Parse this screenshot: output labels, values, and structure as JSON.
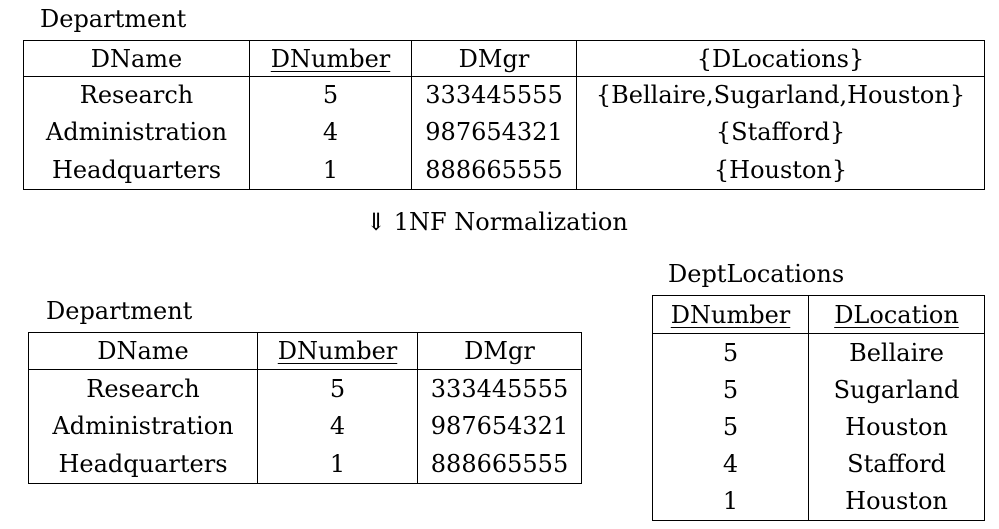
{
  "top": {
    "caption": "Department",
    "headers": [
      "DName",
      "DNumber",
      "DMgr",
      "{DLocations}"
    ],
    "rows": [
      [
        "Research",
        "5",
        "333445555",
        "{Bellaire,Sugarland,Houston}"
      ],
      [
        "Administration",
        "4",
        "987654321",
        "{Stafford}"
      ],
      [
        "Headquarters",
        "1",
        "888665555",
        "{Houston}"
      ]
    ]
  },
  "arrow": {
    "symbol": "⇓",
    "label": "1NF Normalization"
  },
  "department": {
    "caption": "Department",
    "headers": [
      "DName",
      "DNumber",
      "DMgr"
    ],
    "rows": [
      [
        "Research",
        "5",
        "333445555"
      ],
      [
        "Administration",
        "4",
        "987654321"
      ],
      [
        "Headquarters",
        "1",
        "888665555"
      ]
    ]
  },
  "dept_locations": {
    "caption": "DeptLocations",
    "headers": [
      "DNumber",
      "DLocation"
    ],
    "rows": [
      [
        "5",
        "Bellaire"
      ],
      [
        "5",
        "Sugarland"
      ],
      [
        "5",
        "Houston"
      ],
      [
        "4",
        "Stafford"
      ],
      [
        "1",
        "Houston"
      ]
    ]
  }
}
